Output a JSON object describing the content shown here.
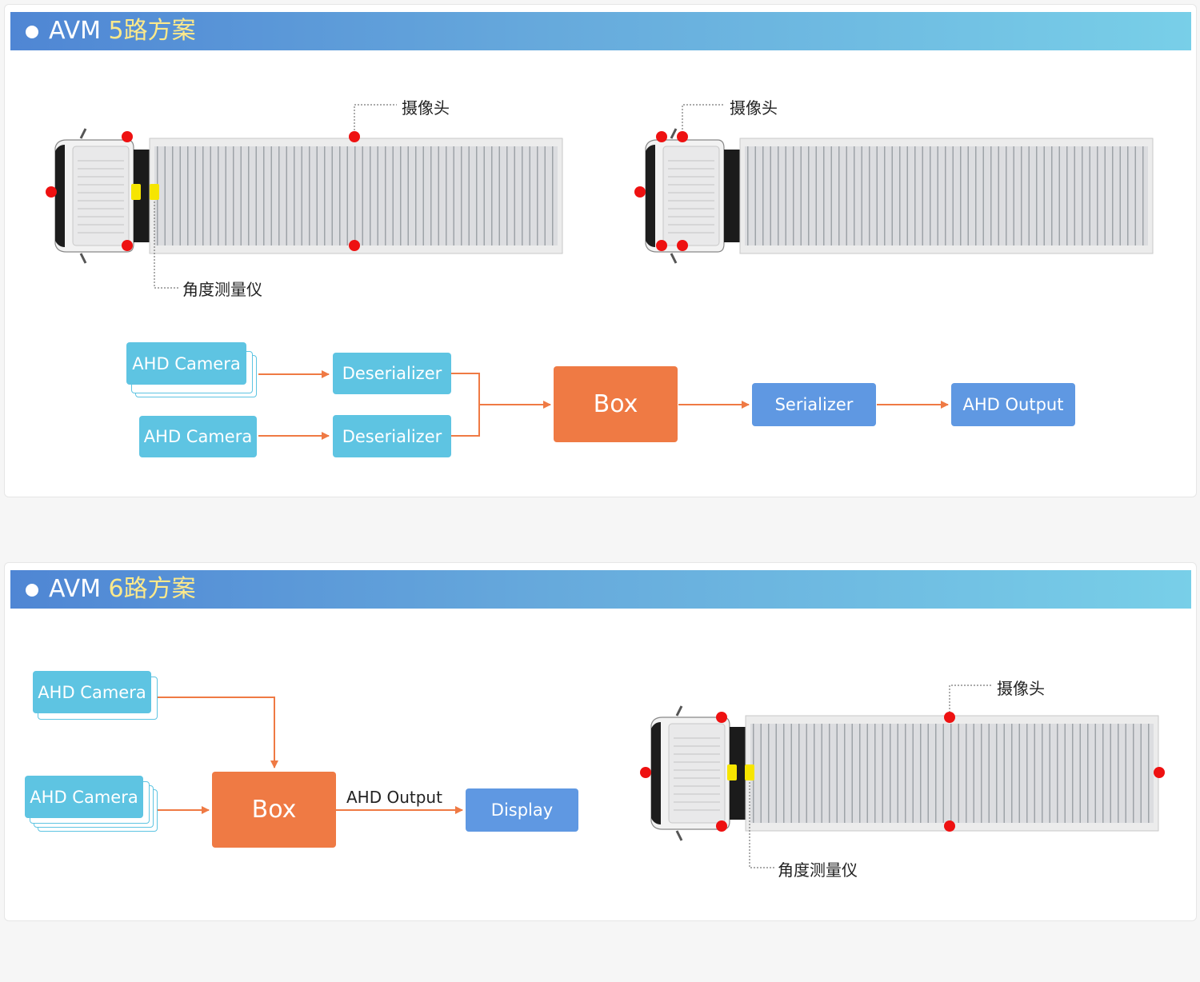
{
  "sections": [
    {
      "title_prefix": "AVM ",
      "title_highlight": "5路方案",
      "callouts": {
        "camera_a": "摄像头",
        "camera_b": "摄像头",
        "angle": "角度测量仪"
      },
      "flow": {
        "camera_1": "AHD Camera",
        "camera_2": "AHD Camera",
        "deserializer_1": "Deserializer",
        "deserializer_2": "Deserializer",
        "box": "Box",
        "serializer": "Serializer",
        "output": "AHD Output"
      }
    },
    {
      "title_prefix": "AVM ",
      "title_highlight": "6路方案",
      "callouts": {
        "camera": "摄像头",
        "angle": "角度测量仪"
      },
      "flow": {
        "camera_1": "AHD Camera",
        "camera_2": "AHD Camera",
        "box": "Box",
        "link_label": "AHD Output",
        "display": "Display"
      }
    }
  ],
  "colors": {
    "header_start": "#4f86d4",
    "header_end": "#78cfe8",
    "title_highlight": "#fde98a",
    "camera_box": "#5ec4e2",
    "serializer_box": "#5f98e2",
    "box": "#ef7a44",
    "arrow": "#ef7a44",
    "camera_marker": "#ee1111",
    "sensor_marker": "#f6e500"
  },
  "icons": [
    "truck-illustration",
    "camera-marker",
    "angle-sensor-marker",
    "arrow-right",
    "arrow-down"
  ]
}
